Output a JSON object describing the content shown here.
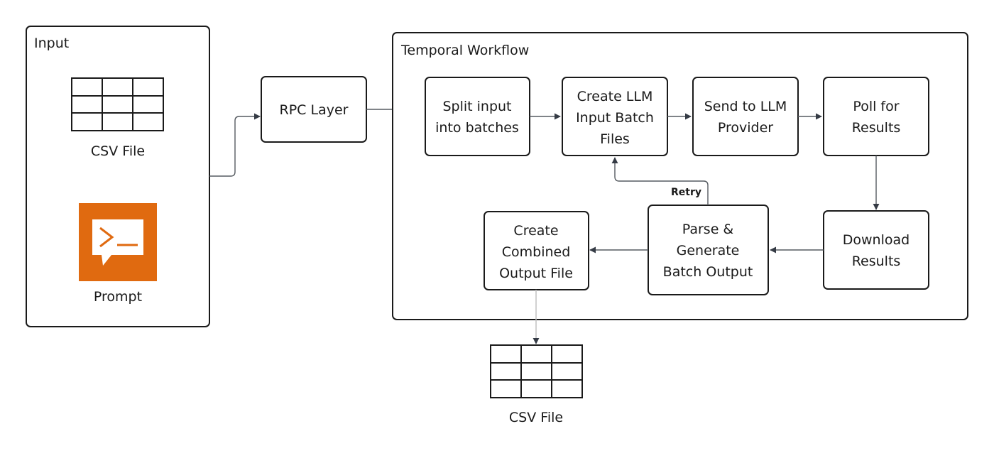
{
  "containers": {
    "input": {
      "title": "Input"
    },
    "workflow": {
      "title": "Temporal Workflow"
    }
  },
  "input_items": {
    "csv": {
      "label": "CSV File",
      "icon": "table-grid-icon"
    },
    "prompt": {
      "label": "Prompt",
      "icon": "terminal-prompt-icon",
      "color": "#E06A10"
    }
  },
  "nodes": {
    "rpc": {
      "lines": [
        "RPC Layer"
      ]
    },
    "split": {
      "lines": [
        "Split input",
        "into batches"
      ]
    },
    "create_batch": {
      "lines": [
        "Create LLM",
        "Input Batch",
        "Files"
      ]
    },
    "send": {
      "lines": [
        "Send to LLM",
        "Provider"
      ]
    },
    "poll": {
      "lines": [
        "Poll for",
        "Results"
      ]
    },
    "download": {
      "lines": [
        "Download",
        "Results"
      ]
    },
    "parse": {
      "lines": [
        "Parse &",
        "Generate",
        "Batch Output"
      ]
    },
    "combine": {
      "lines": [
        "Create",
        "Combined",
        "Output File"
      ]
    }
  },
  "edges": {
    "retry_label": "Retry"
  },
  "output": {
    "csv": {
      "label": "CSV File",
      "icon": "table-grid-icon"
    }
  }
}
